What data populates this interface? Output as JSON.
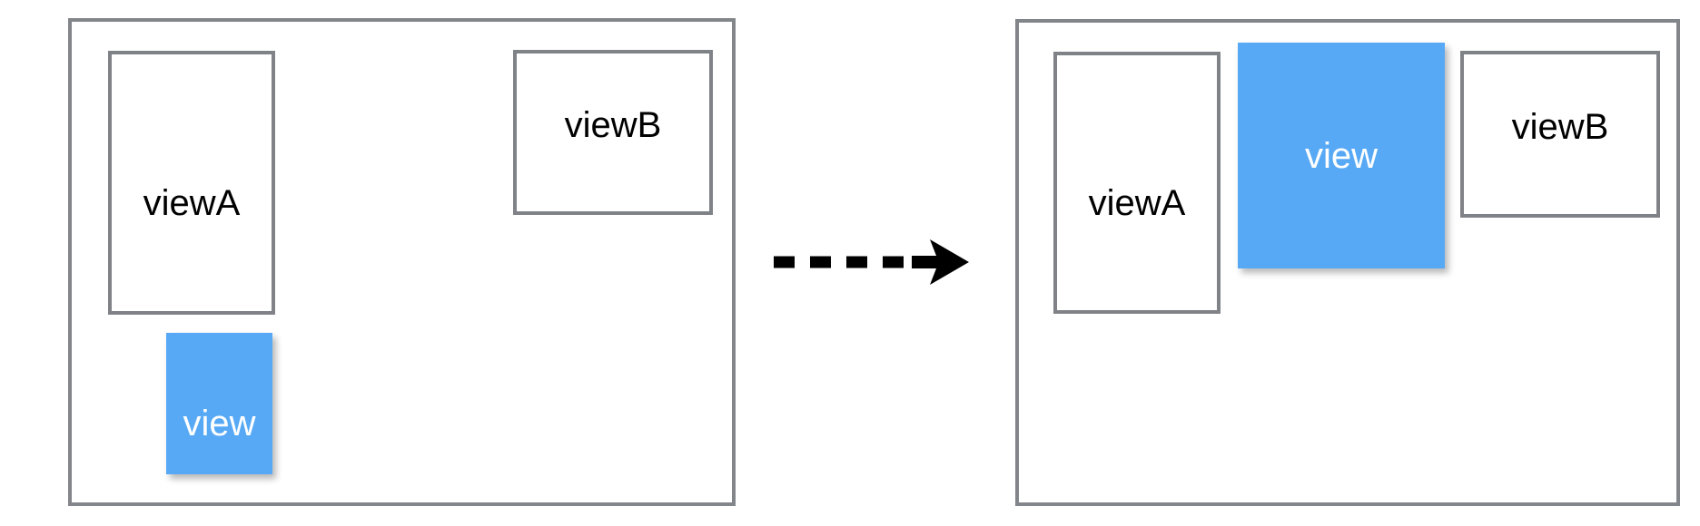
{
  "diagram": {
    "title": "view reparenting / insertion diagram",
    "colors": {
      "border_gray": "#7f8286",
      "highlight_blue": "#57a9f5",
      "text_dark": "#000000",
      "text_on_blue": "#ffffff",
      "background": "#ffffff",
      "arrow_black": "#000000"
    },
    "before": {
      "panel_name": "before-container",
      "boxes": [
        {
          "id": "viewA",
          "label": "viewA",
          "style": "outline"
        },
        {
          "id": "viewB",
          "label": "viewB",
          "style": "outline"
        },
        {
          "id": "view",
          "label": "view",
          "style": "highlight"
        }
      ]
    },
    "arrow": {
      "name": "transition-arrow",
      "style": "dashed",
      "direction": "right",
      "label": ""
    },
    "after": {
      "panel_name": "after-container",
      "boxes": [
        {
          "id": "viewA",
          "label": "viewA",
          "style": "outline"
        },
        {
          "id": "view",
          "label": "view",
          "style": "highlight"
        },
        {
          "id": "viewB",
          "label": "viewB",
          "style": "outline"
        }
      ]
    }
  }
}
